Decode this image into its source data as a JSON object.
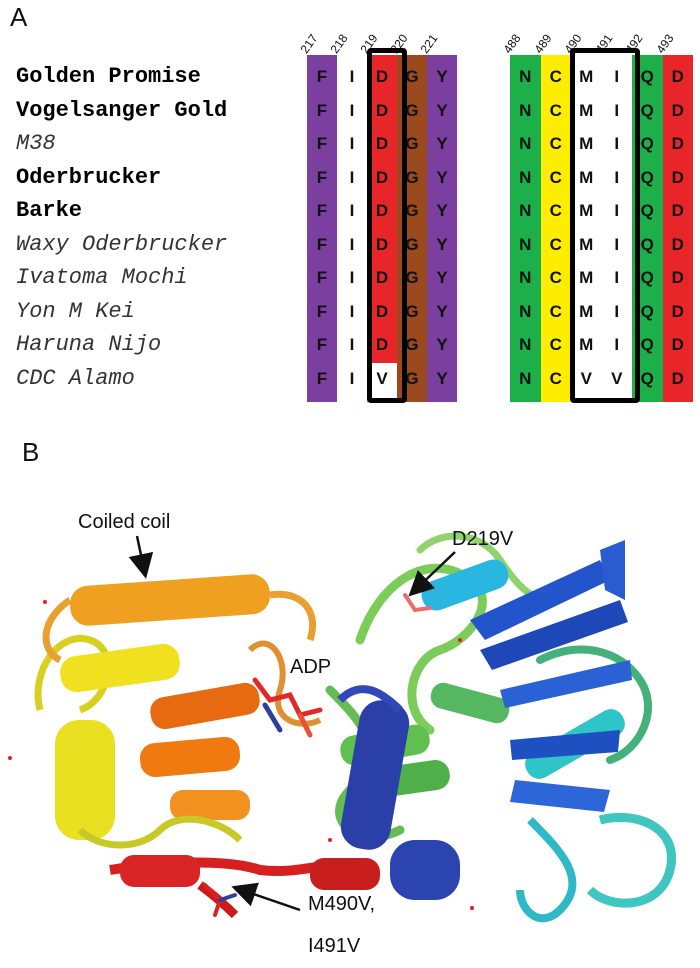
{
  "panel_a": {
    "label": "A",
    "cultivars": [
      {
        "name": "Golden Promise",
        "style": "bold"
      },
      {
        "name": "Vogelsanger Gold",
        "style": "bold"
      },
      {
        "name": "M38",
        "style": "italic"
      },
      {
        "name": "Oderbrucker",
        "style": "bold"
      },
      {
        "name": "Barke",
        "style": "bold"
      },
      {
        "name": "Waxy Oderbrucker",
        "style": "italic"
      },
      {
        "name": "Ivatoma Mochi",
        "style": "italic"
      },
      {
        "name": "Yon M Kei",
        "style": "italic"
      },
      {
        "name": "Haruna Nijo",
        "style": "italic"
      },
      {
        "name": "CDC Alamo",
        "style": "italic"
      }
    ],
    "block1": {
      "positions": [
        "217",
        "218",
        "219",
        "220",
        "221"
      ],
      "column_colors": [
        "#7b3fa0",
        "#ffffff",
        "#e8262a",
        "#9b4a1e",
        "#7b3fa0"
      ],
      "residues": [
        [
          "F",
          "I",
          "D",
          "G",
          "Y"
        ],
        [
          "F",
          "I",
          "D",
          "G",
          "Y"
        ],
        [
          "F",
          "I",
          "D",
          "G",
          "Y"
        ],
        [
          "F",
          "I",
          "D",
          "G",
          "Y"
        ],
        [
          "F",
          "I",
          "D",
          "G",
          "Y"
        ],
        [
          "F",
          "I",
          "D",
          "G",
          "Y"
        ],
        [
          "F",
          "I",
          "D",
          "G",
          "Y"
        ],
        [
          "F",
          "I",
          "D",
          "G",
          "Y"
        ],
        [
          "F",
          "I",
          "D",
          "G",
          "Y"
        ],
        [
          "F",
          "I",
          "V",
          "G",
          "Y"
        ]
      ]
    },
    "block2": {
      "positions": [
        "488",
        "489",
        "490",
        "491",
        "492",
        "493"
      ],
      "column_colors": [
        "#1db04a",
        "#ffed00",
        "#ffffff",
        "#ffffff",
        "#1db04a",
        "#e8262a"
      ],
      "residues": [
        [
          "N",
          "C",
          "M",
          "I",
          "Q",
          "D"
        ],
        [
          "N",
          "C",
          "M",
          "I",
          "Q",
          "D"
        ],
        [
          "N",
          "C",
          "M",
          "I",
          "Q",
          "D"
        ],
        [
          "N",
          "C",
          "M",
          "I",
          "Q",
          "D"
        ],
        [
          "N",
          "C",
          "M",
          "I",
          "Q",
          "D"
        ],
        [
          "N",
          "C",
          "M",
          "I",
          "Q",
          "D"
        ],
        [
          "N",
          "C",
          "M",
          "I",
          "Q",
          "D"
        ],
        [
          "N",
          "C",
          "M",
          "I",
          "Q",
          "D"
        ],
        [
          "N",
          "C",
          "M",
          "I",
          "Q",
          "D"
        ],
        [
          "N",
          "C",
          "V",
          "V",
          "Q",
          "D"
        ]
      ]
    }
  },
  "panel_b": {
    "label": "B",
    "annotations": {
      "coiled_coil": "Coiled coil",
      "d219v": "D219V",
      "adp": "ADP",
      "m490v": "M490V,",
      "i491v": "I491V"
    }
  }
}
